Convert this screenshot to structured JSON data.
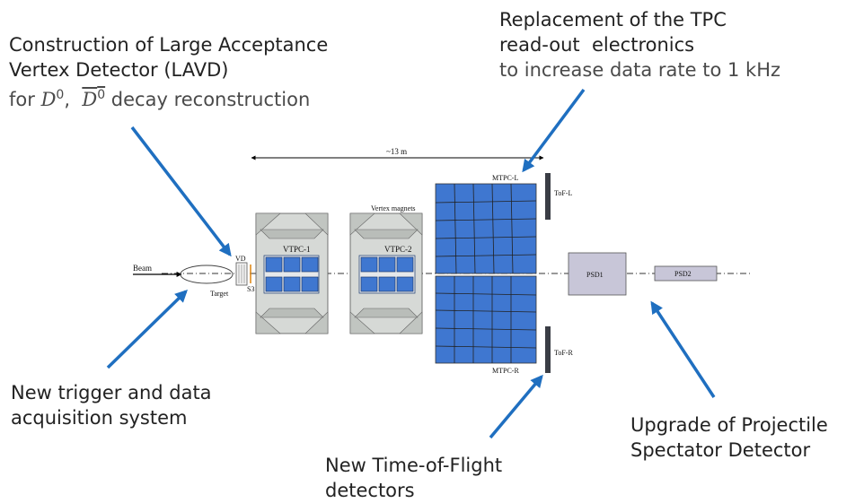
{
  "annotations": {
    "lavd": {
      "line1": "Construction of Large Acceptance",
      "line2": "Vertex Detector (LAVD)",
      "line3_prefix": "for ",
      "d0_symbol": "D",
      "d0_sup": "0",
      "separator": ",  ",
      "d0bar_symbol": "D",
      "d0bar_sup": "0",
      "line3_suffix": " decay reconstruction"
    },
    "tpc": {
      "line1": "Replacement of the TPC",
      "line2": "read-out  electronics",
      "line3": "to increase data rate to 1 kHz"
    },
    "trigger": {
      "line1": "New trigger and data",
      "line2": "acquisition system"
    },
    "tof": {
      "line1": "New Time-of-Flight",
      "line2": "detectors"
    },
    "psd": {
      "line1": "Upgrade of Projectile",
      "line2": "Spectator Detector"
    }
  },
  "diagram": {
    "length_label": "~13 m",
    "beam": "Beam",
    "target": "Target",
    "vd": "VD",
    "s3": "S3",
    "vtpc1": "VTPC-1",
    "vtpc2": "VTPC-2",
    "vertex_magnets": "Vertex magnets",
    "mtpc_l": "MTPC-L",
    "mtpc_r": "MTPC-R",
    "tof_l": "ToF-L",
    "tof_r": "ToF-R",
    "psd1": "PSD1",
    "psd2": "PSD2"
  },
  "colors": {
    "arrow": "#1f6fc0",
    "chamber": "#3f77d0",
    "magnet": "#d6d9d6",
    "psd": "#c8c6d8"
  }
}
